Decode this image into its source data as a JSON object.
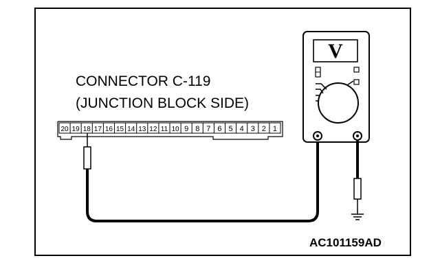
{
  "connector": {
    "title_line1": "CONNECTOR C-119",
    "title_line2": "(JUNCTION BLOCK SIDE)",
    "pins": [
      "20",
      "19",
      "18",
      "17",
      "16",
      "15",
      "14",
      "13",
      "12",
      "11",
      "10",
      "9",
      "8",
      "7",
      "6",
      "5",
      "4",
      "3",
      "2",
      "1"
    ]
  },
  "meter": {
    "mode_letter": "V"
  },
  "figure_code": "AC101159AD"
}
